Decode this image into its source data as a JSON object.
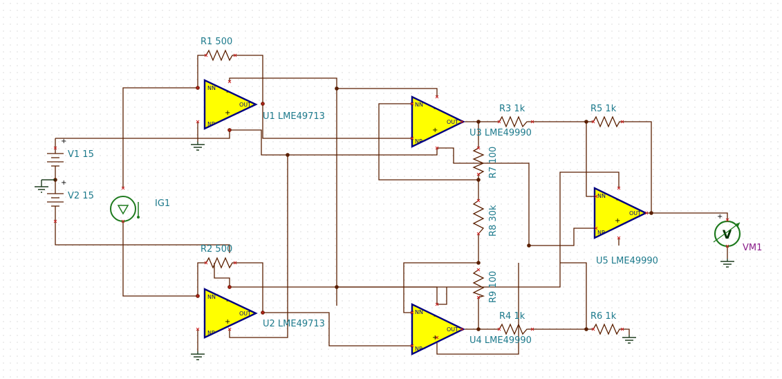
{
  "components": {
    "r1": "R1 500",
    "r2": "R2 500",
    "r3": "R3 1k",
    "r4": "R4 1k",
    "r5": "R5 1k",
    "r6": "R6 1k",
    "r7": "R7 100",
    "r8": "R8 30k",
    "r9": "R9 100",
    "u1": "U1 LME49713",
    "u2": "U2 LME49713",
    "u3": "U3 LME49990",
    "u4": "U4 LME49990",
    "u5": "U5 LME49990",
    "v1": "V1 15",
    "v2": "V2 15",
    "ig1": "IG1",
    "vm1": "VM1"
  },
  "pins": {
    "nn": "NN",
    "np": "NP",
    "out": "OUT",
    "minus": "-",
    "plus": "+"
  },
  "meter_symbol": "V"
}
